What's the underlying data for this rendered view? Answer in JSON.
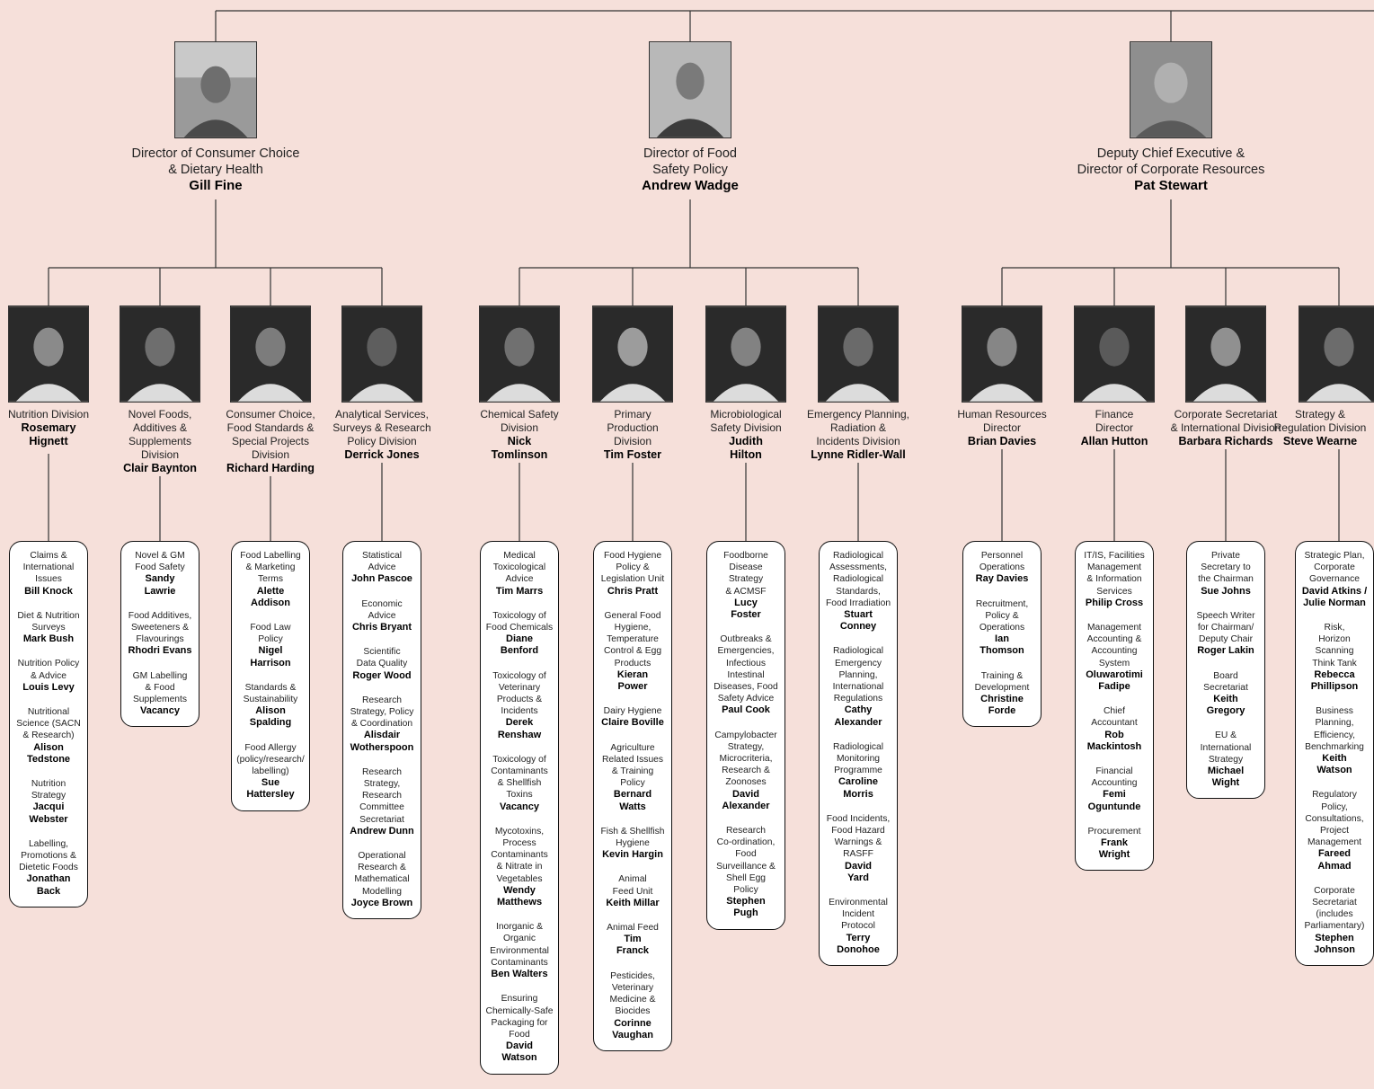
{
  "directors": [
    {
      "title": "Director of Consumer Choice\n& Dietary Health",
      "name": "Gill Fine"
    },
    {
      "title": "Director of Food\nSafety Policy",
      "name": "Andrew Wadge"
    },
    {
      "title": "Deputy Chief Executive &\nDirector of Corporate Resources",
      "name": "Pat Stewart"
    }
  ],
  "divisions": [
    {
      "title": "Nutrition Division",
      "name": "Rosemary\nHignett",
      "items": [
        {
          "t": "Claims &\nInternational\nIssues",
          "n": "Bill Knock"
        },
        {
          "t": "Diet & Nutrition\nSurveys",
          "n": "Mark Bush"
        },
        {
          "t": "Nutrition Policy\n& Advice",
          "n": "Louis Levy"
        },
        {
          "t": "Nutritional\nScience (SACN\n& Research)",
          "n": "Alison\nTedstone"
        },
        {
          "t": "Nutrition\nStrategy",
          "n": "Jacqui\nWebster"
        },
        {
          "t": "Labelling,\nPromotions &\nDietetic Foods",
          "n": "Jonathan\nBack"
        }
      ]
    },
    {
      "title": "Novel Foods,\nAdditives &\nSupplements\nDivision",
      "name": "Clair Baynton",
      "items": [
        {
          "t": "Novel & GM\nFood Safety",
          "n": "Sandy\nLawrie"
        },
        {
          "t": "Food Additives,\nSweeteners &\nFlavourings",
          "n": "Rhodri Evans"
        },
        {
          "t": "GM Labelling\n& Food\nSupplements",
          "n": "Vacancy"
        }
      ]
    },
    {
      "title": "Consumer Choice,\nFood Standards &\nSpecial Projects\nDivision",
      "name": "Richard Harding",
      "items": [
        {
          "t": "Food Labelling\n& Marketing\nTerms",
          "n": "Alette\nAddison"
        },
        {
          "t": "Food Law\nPolicy",
          "n": "Nigel\nHarrison"
        },
        {
          "t": "Standards &\nSustainability",
          "n": "Alison\nSpalding"
        },
        {
          "t": "Food Allergy\n(policy/research/\nlabelling)",
          "n": "Sue\nHattersley"
        }
      ]
    },
    {
      "title": "Analytical Services,\nSurveys & Research\nPolicy Division",
      "name": "Derrick Jones",
      "items": [
        {
          "t": "Statistical\nAdvice",
          "n": "John Pascoe"
        },
        {
          "t": "Economic\nAdvice",
          "n": "Chris Bryant"
        },
        {
          "t": "Scientific\nData Quality",
          "n": "Roger Wood"
        },
        {
          "t": "Research\nStrategy, Policy\n& Coordination",
          "n": "Alisdair\nWotherspoon"
        },
        {
          "t": "Research\nStrategy,\nResearch\nCommittee\nSecretariat",
          "n": "Andrew Dunn"
        },
        {
          "t": "Operational\nResearch &\nMathematical\nModelling",
          "n": "Joyce Brown"
        }
      ]
    },
    {
      "title": "Chemical Safety\nDivision",
      "name": "Nick\nTomlinson",
      "items": [
        {
          "t": "Medical\nToxicological\nAdvice",
          "n": "Tim Marrs"
        },
        {
          "t": "Toxicology of\nFood Chemicals",
          "n": "Diane\nBenford"
        },
        {
          "t": "Toxicology of\nVeterinary\nProducts &\nIncidents",
          "n": "Derek\nRenshaw"
        },
        {
          "t": "Toxicology of\nContaminants\n& Shellfish\nToxins",
          "n": "Vacancy"
        },
        {
          "t": "Mycotoxins,\nProcess\nContaminants\n& Nitrate in\nVegetables",
          "n": "Wendy\nMatthews"
        },
        {
          "t": "Inorganic &\nOrganic\nEnvironmental\nContaminants",
          "n": "Ben Walters"
        },
        {
          "t": "Ensuring\nChemically-Safe\nPackaging for\nFood",
          "n": "David\nWatson"
        }
      ]
    },
    {
      "title": "Primary\nProduction\nDivision",
      "name": "Tim Foster",
      "items": [
        {
          "t": "Food Hygiene\nPolicy &\nLegislation Unit",
          "n": "Chris Pratt"
        },
        {
          "t": "General Food\nHygiene,\nTemperature\nControl & Egg\nProducts",
          "n": "Kieran\nPower"
        },
        {
          "t": "Dairy Hygiene",
          "n": "Claire Boville"
        },
        {
          "t": "Agriculture\nRelated Issues\n& Training\nPolicy",
          "n": "Bernard\nWatts"
        },
        {
          "t": "Fish & Shellfish\nHygiene",
          "n": "Kevin Hargin"
        },
        {
          "t": "Animal\nFeed Unit",
          "n": "Keith Millar"
        },
        {
          "t": "Animal Feed",
          "n": "Tim\nFranck"
        },
        {
          "t": "Pesticides,\nVeterinary\nMedicine &\nBiocides",
          "n": "Corinne\nVaughan"
        }
      ]
    },
    {
      "title": "Microbiological\nSafety Division",
      "name": "Judith\nHilton",
      "items": [
        {
          "t": "Foodborne\nDisease\nStrategy\n& ACMSF",
          "n": "Lucy\nFoster"
        },
        {
          "t": "Outbreaks &\nEmergencies,\nInfectious\nIntestinal\nDiseases, Food\nSafety Advice",
          "n": "Paul Cook"
        },
        {
          "t": "Campylobacter\nStrategy,\nMicrocriteria,\nResearch &\nZoonoses",
          "n": "David\nAlexander"
        },
        {
          "t": "Research\nCo-ordination,\nFood\nSurveillance &\nShell Egg\nPolicy",
          "n": "Stephen\nPugh"
        }
      ]
    },
    {
      "title": "Emergency Planning,\nRadiation &\nIncidents Division",
      "name": "Lynne Ridler-Wall",
      "items": [
        {
          "t": "Radiological\nAssessments,\nRadiological\nStandards,\nFood Irradiation",
          "n": "Stuart\nConney"
        },
        {
          "t": "Radiological\nEmergency\nPlanning,\nInternational\nRegulations",
          "n": "Cathy\nAlexander"
        },
        {
          "t": "Radiological\nMonitoring\nProgramme",
          "n": "Caroline\nMorris"
        },
        {
          "t": "Food Incidents,\nFood Hazard\nWarnings &\nRASFF",
          "n": "David\nYard"
        },
        {
          "t": "Environmental\nIncident\nProtocol",
          "n": "Terry\nDonohoe"
        }
      ]
    },
    {
      "title": "Human Resources\nDirector",
      "name": "Brian Davies",
      "items": [
        {
          "t": "Personnel\nOperations",
          "n": "Ray Davies"
        },
        {
          "t": "Recruitment,\nPolicy &\nOperations",
          "n": "Ian\nThomson"
        },
        {
          "t": "Training &\nDevelopment",
          "n": "Christine\nForde"
        }
      ]
    },
    {
      "title": "Finance\nDirector",
      "name": "Allan Hutton",
      "items": [
        {
          "t": "IT/IS, Facilities\nManagement\n& Information\nServices",
          "n": "Philip Cross"
        },
        {
          "t": "Management\nAccounting &\nAccounting\nSystem",
          "n": "Oluwarotimi\nFadipe"
        },
        {
          "t": "Chief\nAccountant",
          "n": "Rob\nMackintosh"
        },
        {
          "t": "Financial\nAccounting",
          "n": "Femi\nOguntunde"
        },
        {
          "t": "Procurement",
          "n": "Frank\nWright"
        }
      ]
    },
    {
      "title": "Corporate Secretariat\n& International Division",
      "name": "Barbara Richards",
      "items": [
        {
          "t": "Private\nSecretary to\nthe Chairman",
          "n": "Sue Johns"
        },
        {
          "t": "Speech Writer\nfor Chairman/\nDeputy Chair",
          "n": "Roger Lakin"
        },
        {
          "t": "Board\nSecretariat",
          "n": "Keith\nGregory"
        },
        {
          "t": "EU &\nInternational\nStrategy",
          "n": "Michael\nWight"
        }
      ]
    },
    {
      "title": "Strategy &\nRegulation Division",
      "name": "Steve Wearne",
      "items": [
        {
          "t": "Strategic Plan,\nCorporate\nGovernance",
          "n": "David Atkins /\nJulie Norman"
        },
        {
          "t": "Risk,\nHorizon\nScanning\nThink Tank",
          "n": "Rebecca\nPhillipson"
        },
        {
          "t": "Business\nPlanning,\nEfficiency,\nBenchmarking",
          "n": "Keith\nWatson"
        },
        {
          "t": "Regulatory\nPolicy,\nConsultations,\nProject\nManagement",
          "n": "Fareed\nAhmad"
        },
        {
          "t": "Corporate\nSecretariat\n(includes\nParliamentary)",
          "n": "Stephen\nJohnson"
        }
      ]
    }
  ]
}
